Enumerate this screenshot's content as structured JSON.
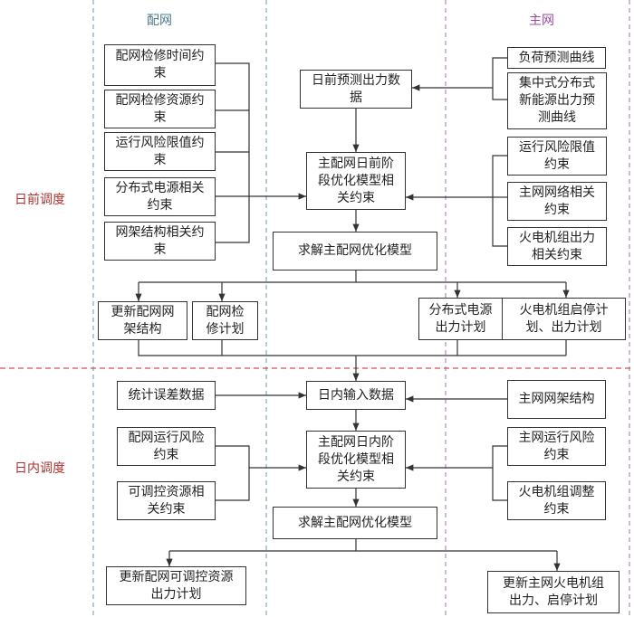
{
  "columns": {
    "distribution": {
      "label": "配网",
      "color": "#4a7a8c"
    },
    "main": {
      "label": "主网",
      "color": "#9b4aa0"
    }
  },
  "phases": {
    "day_ahead": {
      "label": "日前调度",
      "color": "#b03030"
    },
    "intraday": {
      "label": "日内调度",
      "color": "#b03030"
    }
  },
  "divider_colors": {
    "distribution": "#6a9ab0",
    "main": "#a070b0",
    "phase": "#d05050"
  },
  "day_ahead": {
    "left_constraints": [
      "配网检修时间约束",
      "配网检修资源约束",
      "运行风险限值约束",
      "分布式电源相关约束",
      "网架结构相关约束"
    ],
    "forecast_data": "日前预测出力数据",
    "model_constraints": "主配网日前阶段优化模型相关约束",
    "solve": "求解主配网优化模型",
    "right_inputs": [
      "负荷预测曲线",
      "集中式分布式新能源出力预测曲线"
    ],
    "right_constraints": [
      "运行风险限值约束",
      "主网网络相关约束",
      "火电机组出力相关约束"
    ],
    "outputs": [
      "更新配网网架结构",
      "配网检修计划",
      "分布式电源出力计划",
      "火电机组启停计划、出力计划"
    ]
  },
  "intraday": {
    "error_data": "统计误差数据",
    "input_data": "日内输入数据",
    "main_grid_structure": "主网网架结构",
    "left_constraints": [
      "配网运行风险约束",
      "可调控资源相关约束"
    ],
    "model_constraints": "主配网日内阶段优化模型相关约束",
    "right_constraints": [
      "主网运行风险约束",
      "火电机组调整约束"
    ],
    "solve": "求解主配网优化模型",
    "outputs": [
      "更新配网可调控资源出力计划",
      "更新主网火电机组出力、启停计划"
    ]
  }
}
